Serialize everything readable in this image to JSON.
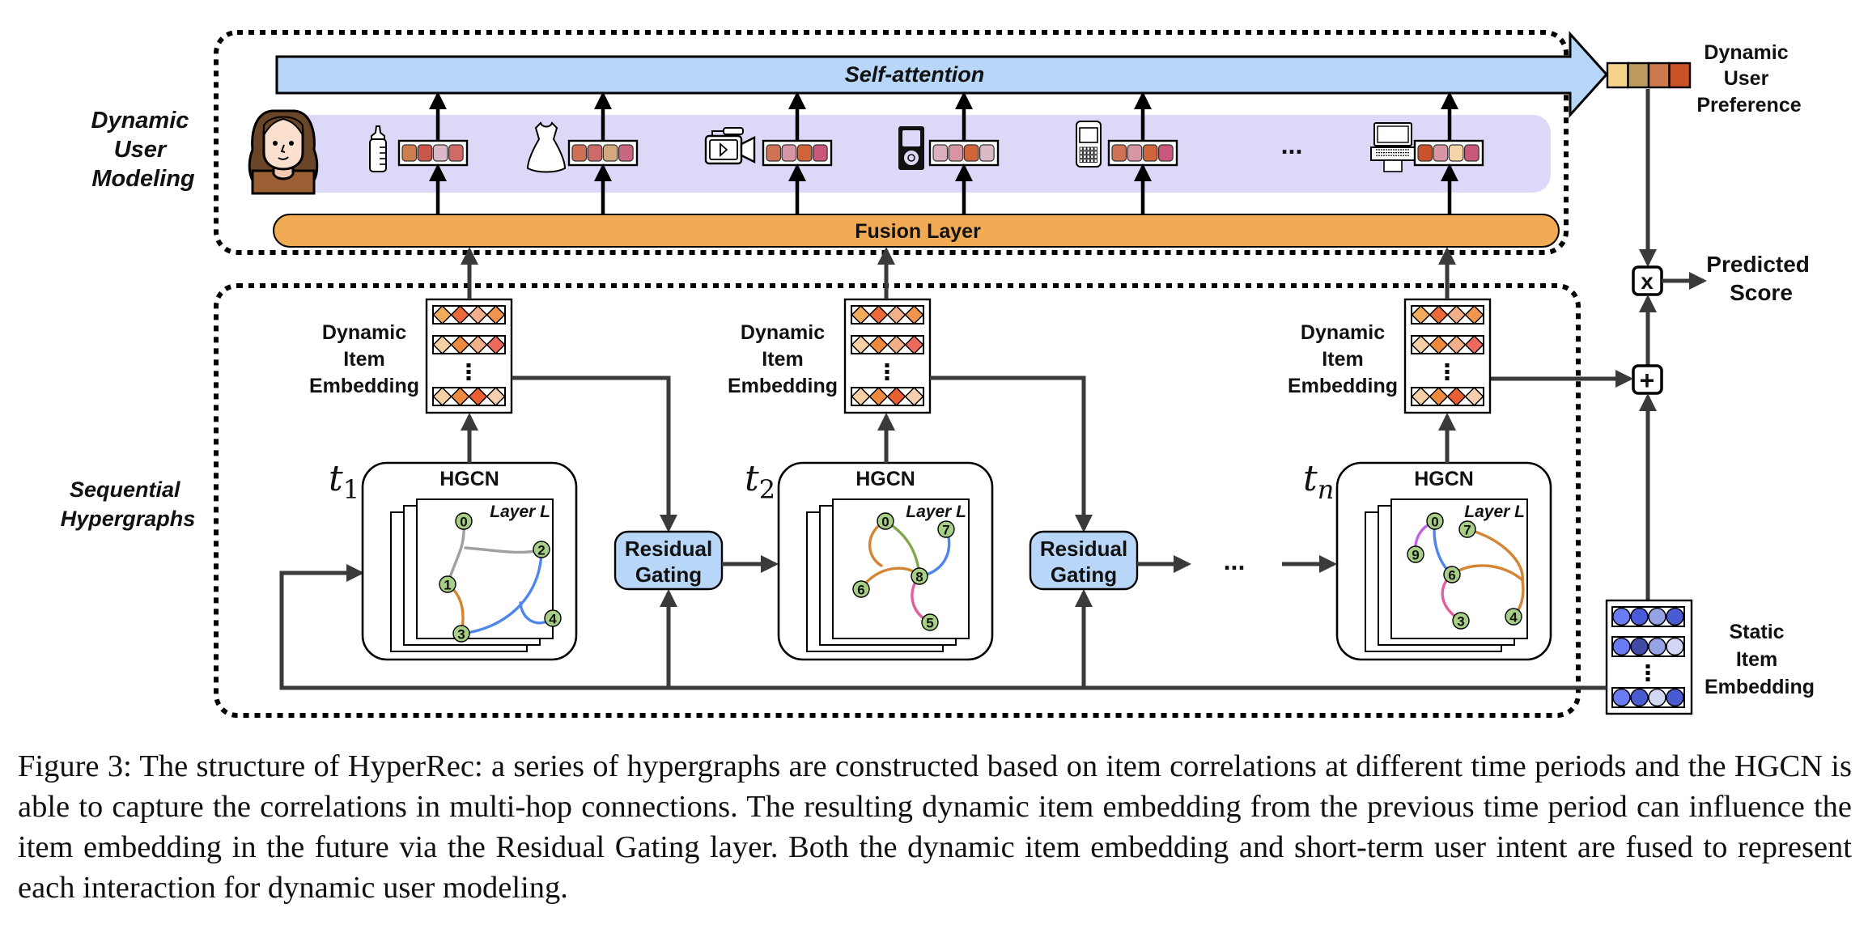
{
  "sections": {
    "top_label": [
      "Dynamic",
      "User",
      "Modeling"
    ],
    "bottom_label": [
      "Sequential",
      "Hypergraphs"
    ]
  },
  "self_attention": {
    "label": "Self-attention",
    "color": "#b8d6f7"
  },
  "fusion_layer": {
    "label": "Fusion Layer",
    "color": "#f2ab55"
  },
  "interaction_band_color": "#dcd8f8",
  "user": {
    "icon": "woman-avatar-icon"
  },
  "items": [
    {
      "icon": "baby-bottle-icon",
      "colors": [
        "#cc7e4e",
        "#c9564b",
        "#dbb8c8",
        "#cf6a66"
      ]
    },
    {
      "icon": "dress-icon",
      "colors": [
        "#cf6f55",
        "#cf6a6a",
        "#d3a87c",
        "#cb6680"
      ]
    },
    {
      "icon": "video-camera-icon",
      "colors": [
        "#cf7256",
        "#d796a3",
        "#cf643a",
        "#c9587a"
      ]
    },
    {
      "icon": "ipod-icon",
      "colors": [
        "#dcaebc",
        "#d894a3",
        "#cf643a",
        "#dcb9c6"
      ]
    },
    {
      "icon": "cell-phone-icon",
      "colors": [
        "#cf7256",
        "#d796a3",
        "#cf643a",
        "#c9587a"
      ]
    },
    {
      "icon": "laptop-icon",
      "colors": [
        "#c9522c",
        "#d796a3",
        "#f5d5a8",
        "#c9587a"
      ]
    }
  ],
  "items_ellipsis": "...",
  "dynamic_user_preference": {
    "label": [
      "Dynamic",
      "User",
      "Preference"
    ],
    "colors": [
      "#f7d48a",
      "#bc9a5e",
      "#cb7a4d",
      "#c75327"
    ]
  },
  "predicted_score": {
    "label": [
      "Predicted",
      "Score"
    ],
    "op": "x"
  },
  "sum_op": "+",
  "dynamic_item_embedding": {
    "label": [
      "Dynamic",
      "Item",
      "Embedding"
    ],
    "rows": [
      [
        "#f2ab5c",
        "#ea6a3a",
        "#f2b08a",
        "#f0944e"
      ],
      [
        "#f7cfa4",
        "#ee8a3e",
        "#f2b08a",
        "#ee6a5e"
      ],
      [
        "#f7cfa4",
        "#ee8a3e",
        "#ea5e32",
        "#f7cfb0"
      ]
    ]
  },
  "static_item_embedding": {
    "label": [
      "Static",
      "Item",
      "Embedding"
    ],
    "rows": [
      [
        "#6a7cf4",
        "#4a5ad8",
        "#97a2e4",
        "#4a5ad0"
      ],
      [
        "#6a7cf4",
        "#424aa8",
        "#97a2e4",
        "#d4d8f4"
      ],
      [
        "#6a7cf4",
        "#4a5ad0",
        "#d4d8f4",
        "#4a5ad0"
      ]
    ]
  },
  "timesteps": [
    {
      "t_base": "t",
      "t_sub": "1",
      "hgcn_label": "HGCN",
      "layer_label": "Layer L",
      "nodes": [
        "0",
        "1",
        "2",
        "3",
        "4"
      ]
    },
    {
      "t_base": "t",
      "t_sub": "2",
      "hgcn_label": "HGCN",
      "layer_label": "Layer L",
      "nodes": [
        "0",
        "7",
        "6",
        "8",
        "5"
      ]
    },
    {
      "t_base": "t",
      "t_sub": "n",
      "hgcn_label": "HGCN",
      "layer_label": "Layer L",
      "nodes": [
        "0",
        "7",
        "9",
        "6",
        "3",
        "4"
      ]
    }
  ],
  "residual_gating": {
    "label": [
      "Residual",
      "Gating"
    ],
    "color": "#b8d6f7"
  },
  "sequence_ellipsis": "...",
  "node_color": "#a7cf86",
  "edge_colors": {
    "gray": "#a0a0a0",
    "orange": "#d38533",
    "blue": "#4f86ec",
    "green": "#7fa94a",
    "pink": "#e0609e",
    "purple": "#c063e8"
  },
  "caption": "Figure 3: The structure of HyperRec: a series of hypergraphs are constructed based on item correlations at different time periods and the HGCN is able to capture the correlations in multi-hop connections. The resulting dynamic item embedding from the previous time period can influence the item embedding in the future via the Residual Gating layer. Both the dynamic item embedding and short-term user intent are fused to represent each interaction for dynamic user modeling."
}
